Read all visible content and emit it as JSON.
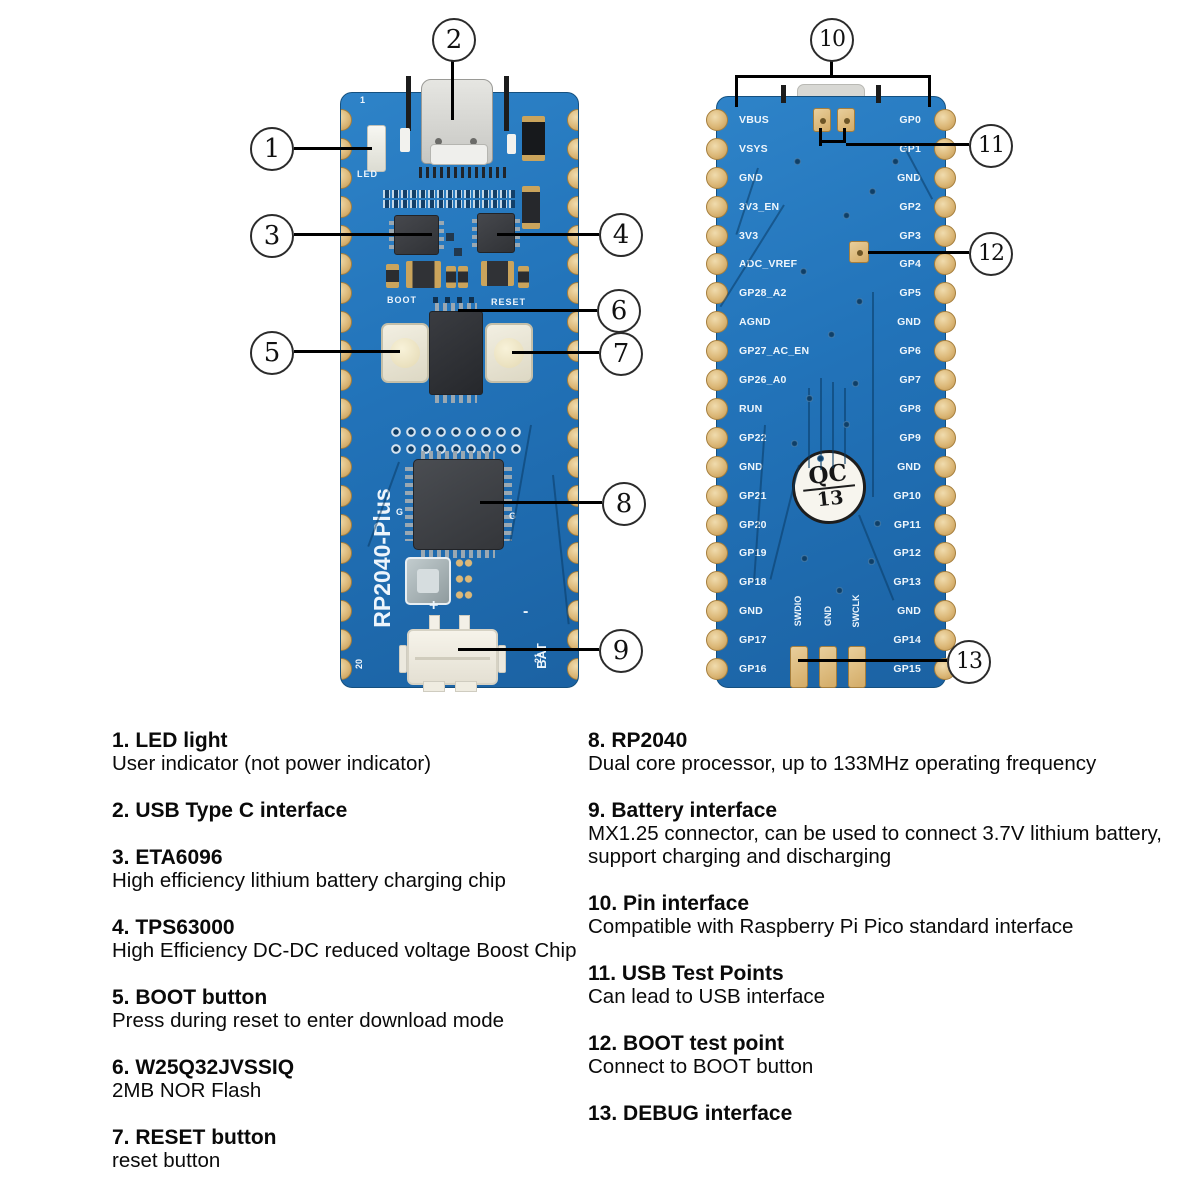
{
  "callouts": [
    "1",
    "2",
    "3",
    "4",
    "5",
    "6",
    "7",
    "8",
    "9",
    "10",
    "11",
    "12",
    "13"
  ],
  "front_board": {
    "silkscreen": {
      "pin1": "1",
      "led": "LED",
      "boot": "BOOT",
      "reset": "RESET",
      "model": "RP2040-Plus",
      "bat": "BAT",
      "plus": "+",
      "minus": "-",
      "pin20": "20",
      "pin21": "21",
      "g1": "G",
      "g2": "G"
    }
  },
  "back_board": {
    "left_pins": [
      "VBUS",
      "VSYS",
      "GND",
      "3V3_EN",
      "3V3",
      "ADC_VREF",
      "GP28_A2",
      "AGND",
      "GP27_AC_EN",
      "GP26_A0",
      "RUN",
      "GP22",
      "GND",
      "GP21",
      "GP20",
      "GP19",
      "GP18",
      "GND",
      "GP17",
      "GP16"
    ],
    "right_pins": [
      "GP0",
      "GP1",
      "GND",
      "GP2",
      "GP3",
      "GP4",
      "GP5",
      "GND",
      "GP6",
      "GP7",
      "GP8",
      "GP9",
      "GND",
      "GP10",
      "GP11",
      "GP12",
      "GP13",
      "GND",
      "GP14",
      "GP15"
    ],
    "debug_pads": [
      "SWDIO",
      "GND",
      "SWCLK"
    ],
    "qc": {
      "line1": "QC",
      "line2": "13"
    }
  },
  "colors": {
    "pcb_blue": "#2273b9",
    "pad_gold": "#dcb878",
    "chip_dark": "#36383c",
    "stamp_white": "#f7f5ee",
    "leader_black": "#000000"
  },
  "legend": {
    "left": [
      {
        "num": "1.",
        "title": "LED light",
        "desc": [
          "User indicator (not power indicator)"
        ]
      },
      {
        "num": "2.",
        "title": "USB Type C interface",
        "desc": []
      },
      {
        "num": "3.",
        "title": "ETA6096",
        "desc": [
          "High efficiency lithium battery charging chip"
        ]
      },
      {
        "num": "4.",
        "title": "TPS63000",
        "desc": [
          "High Efficiency DC-DC reduced voltage Boost Chip"
        ]
      },
      {
        "num": "5.",
        "title": "BOOT button",
        "desc": [
          "Press during reset to enter download mode"
        ]
      },
      {
        "num": "6.",
        "title": "W25Q32JVSSIQ",
        "desc": [
          "2MB NOR Flash"
        ]
      },
      {
        "num": "7.",
        "title": "RESET button",
        "desc": [
          "reset button"
        ]
      }
    ],
    "right": [
      {
        "num": "8.",
        "title": "RP2040",
        "desc": [
          "Dual core processor, up to 133MHz operating frequency"
        ]
      },
      {
        "num": "9.",
        "title": "Battery interface",
        "desc": [
          "MX1.25 connector, can be used to connect 3.7V lithium battery,",
          "support charging and discharging"
        ]
      },
      {
        "num": "10.",
        "title": "Pin interface",
        "desc": [
          "Compatible with Raspberry Pi Pico standard interface"
        ]
      },
      {
        "num": "11.",
        "title": "USB Test Points",
        "desc": [
          "Can lead to USB interface"
        ]
      },
      {
        "num": "12.",
        "title": "BOOT test point",
        "desc": [
          "Connect to BOOT button"
        ]
      },
      {
        "num": "13.",
        "title": "DEBUG interface",
        "desc": []
      }
    ]
  }
}
